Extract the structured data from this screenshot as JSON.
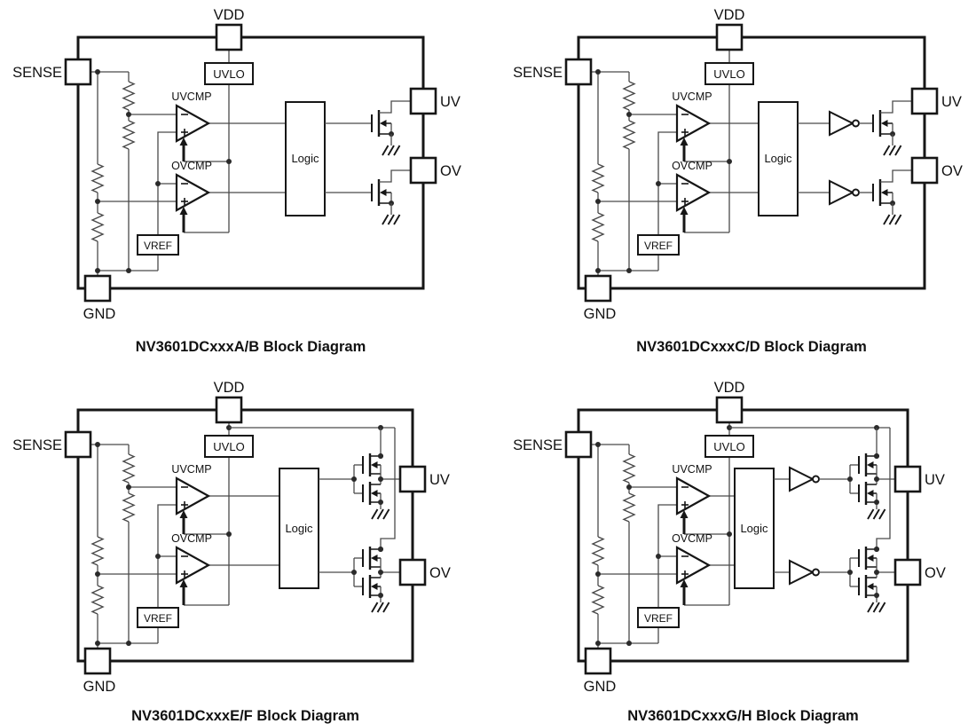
{
  "page": {
    "background": "#ffffff"
  },
  "colors": {
    "wire": "#4a4a4a",
    "ink": "#161616"
  },
  "diagrams": [
    {
      "id": "ab",
      "caption": "NV3601DCxxxA/B Block Diagram",
      "variant": {
        "inverters": false,
        "push_pull": false
      },
      "pins": {
        "vdd": "VDD",
        "sense": "SENSE",
        "gnd": "GND",
        "uv": "UV",
        "ov": "OV"
      },
      "blocks": {
        "uvlo": "UVLO",
        "uvcmp": "UVCMP",
        "ovcmp": "OVCMP",
        "logic": "Logic",
        "vref": "VREF"
      }
    },
    {
      "id": "cd",
      "caption": "NV3601DCxxxC/D Block Diagram",
      "variant": {
        "inverters": true,
        "push_pull": false
      },
      "pins": {
        "vdd": "VDD",
        "sense": "SENSE",
        "gnd": "GND",
        "uv": "UV",
        "ov": "OV"
      },
      "blocks": {
        "uvlo": "UVLO",
        "uvcmp": "UVCMP",
        "ovcmp": "OVCMP",
        "logic": "Logic",
        "vref": "VREF"
      }
    },
    {
      "id": "ef",
      "caption": "NV3601DCxxxE/F Block Diagram",
      "variant": {
        "inverters": false,
        "push_pull": true
      },
      "pins": {
        "vdd": "VDD",
        "sense": "SENSE",
        "gnd": "GND",
        "uv": "UV",
        "ov": "OV"
      },
      "blocks": {
        "uvlo": "UVLO",
        "uvcmp": "UVCMP",
        "ovcmp": "OVCMP",
        "logic": "Logic",
        "vref": "VREF"
      }
    },
    {
      "id": "gh",
      "caption": "NV3601DCxxxG/H Block Diagram",
      "variant": {
        "inverters": true,
        "push_pull": true
      },
      "pins": {
        "vdd": "VDD",
        "sense": "SENSE",
        "gnd": "GND",
        "uv": "UV",
        "ov": "OV"
      },
      "blocks": {
        "uvlo": "UVLO",
        "uvcmp": "UVCMP",
        "ovcmp": "OVCMP",
        "logic": "Logic",
        "vref": "VREF"
      }
    }
  ]
}
